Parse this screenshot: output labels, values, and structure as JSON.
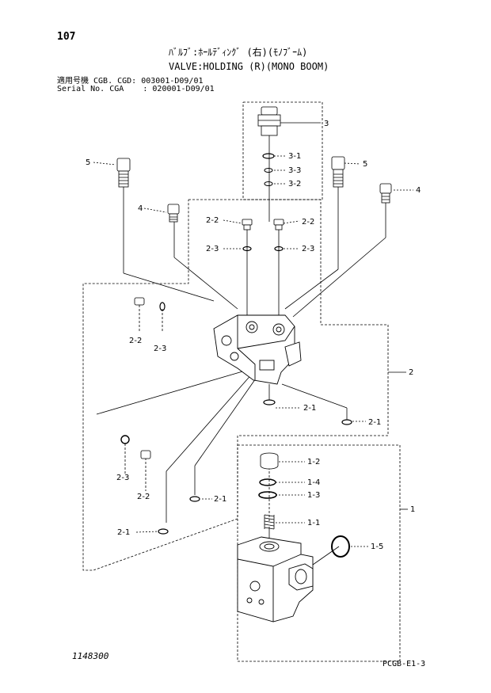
{
  "header": {
    "page_number": "107",
    "title_jp": "ﾊﾞﾙﾌﾞ:ﾎｰﾙﾃﾞｨﾝｸﾞ (右)(ﾓﾉﾌﾞｰﾑ)",
    "title_en": "VALVE:HOLDING (R)(MONO BOOM)",
    "serial_line_1": "適用号機 CGB. CGD: 003001-D09/01",
    "serial_line_2": "Serial No. CGA    : 020001-D09/01"
  },
  "callouts": {
    "c3": "3",
    "c3_1": "3-1",
    "c3_3": "3-3",
    "c3_2": "3-2",
    "c5_left": "5",
    "c5_right": "5",
    "c4_left": "4",
    "c4_right": "4",
    "c22_a": "2-2",
    "c22_b": "2-2",
    "c23_a": "2-3",
    "c23_b": "2-3",
    "c22_c": "2-2",
    "c23_c": "2-3",
    "c2": "2",
    "c21_a": "2-1",
    "c21_b": "2-1",
    "c23_d": "2-3",
    "c22_d": "2-2",
    "c21_c": "2-1",
    "c21_d": "2-1",
    "c12": "1-2",
    "c14": "1-4",
    "c13": "1-3",
    "c1": "1",
    "c11": "1-1",
    "c15": "1-5"
  },
  "footer": {
    "drawing_no": "1148300",
    "page_code": "PCGB-E1-3"
  }
}
